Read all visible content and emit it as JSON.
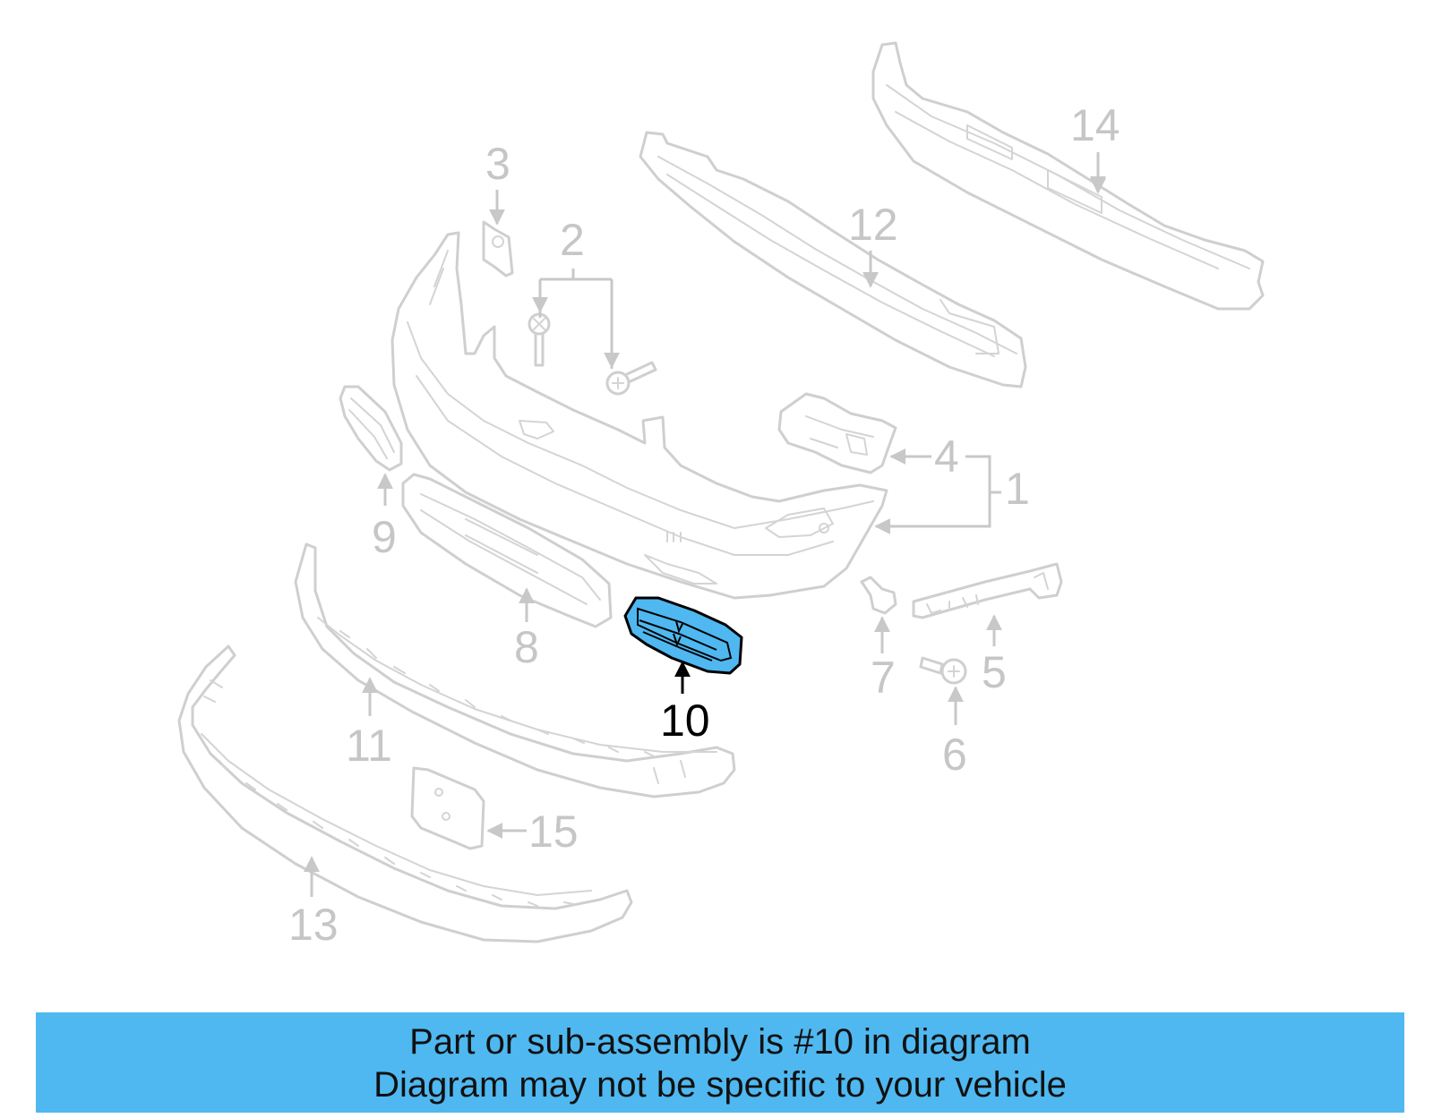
{
  "callouts": {
    "c1": "1",
    "c2": "2",
    "c3": "3",
    "c4": "4",
    "c5": "5",
    "c6": "6",
    "c7": "7",
    "c8": "8",
    "c9": "9",
    "c10": "10",
    "c11": "11",
    "c12": "12",
    "c13": "13",
    "c14": "14",
    "c15": "15"
  },
  "highlighted_part": "10",
  "colors": {
    "highlight_fill": "#4fb8f0",
    "banner_bg": "#4fb8f0",
    "part_stroke": "#cfcfcf",
    "callout_text": "#c6c6c6"
  },
  "banner": {
    "line1": "Part or sub-assembly is #10 in diagram",
    "line2": "Diagram may not be specific to your vehicle"
  }
}
